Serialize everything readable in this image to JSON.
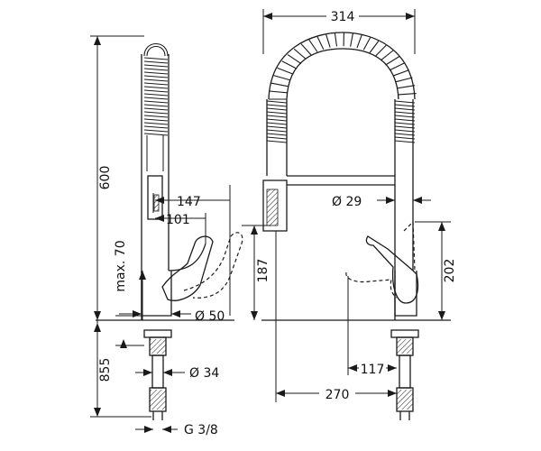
{
  "drawing": {
    "dimensions": {
      "overall_height": "600",
      "arm_height": "max. 70",
      "spout_reach_front": "147",
      "lever_reach_front": "101",
      "base_diameter_front": "Ø 50",
      "below_counter": "855",
      "shank_diameter": "Ø 34",
      "thread": "G 3/8",
      "coil_width": "314",
      "spray_diameter": "Ø 29",
      "spray_park_height": "187",
      "lever_height": "202",
      "lever_offset": "117",
      "spout_reach_side": "270"
    }
  }
}
